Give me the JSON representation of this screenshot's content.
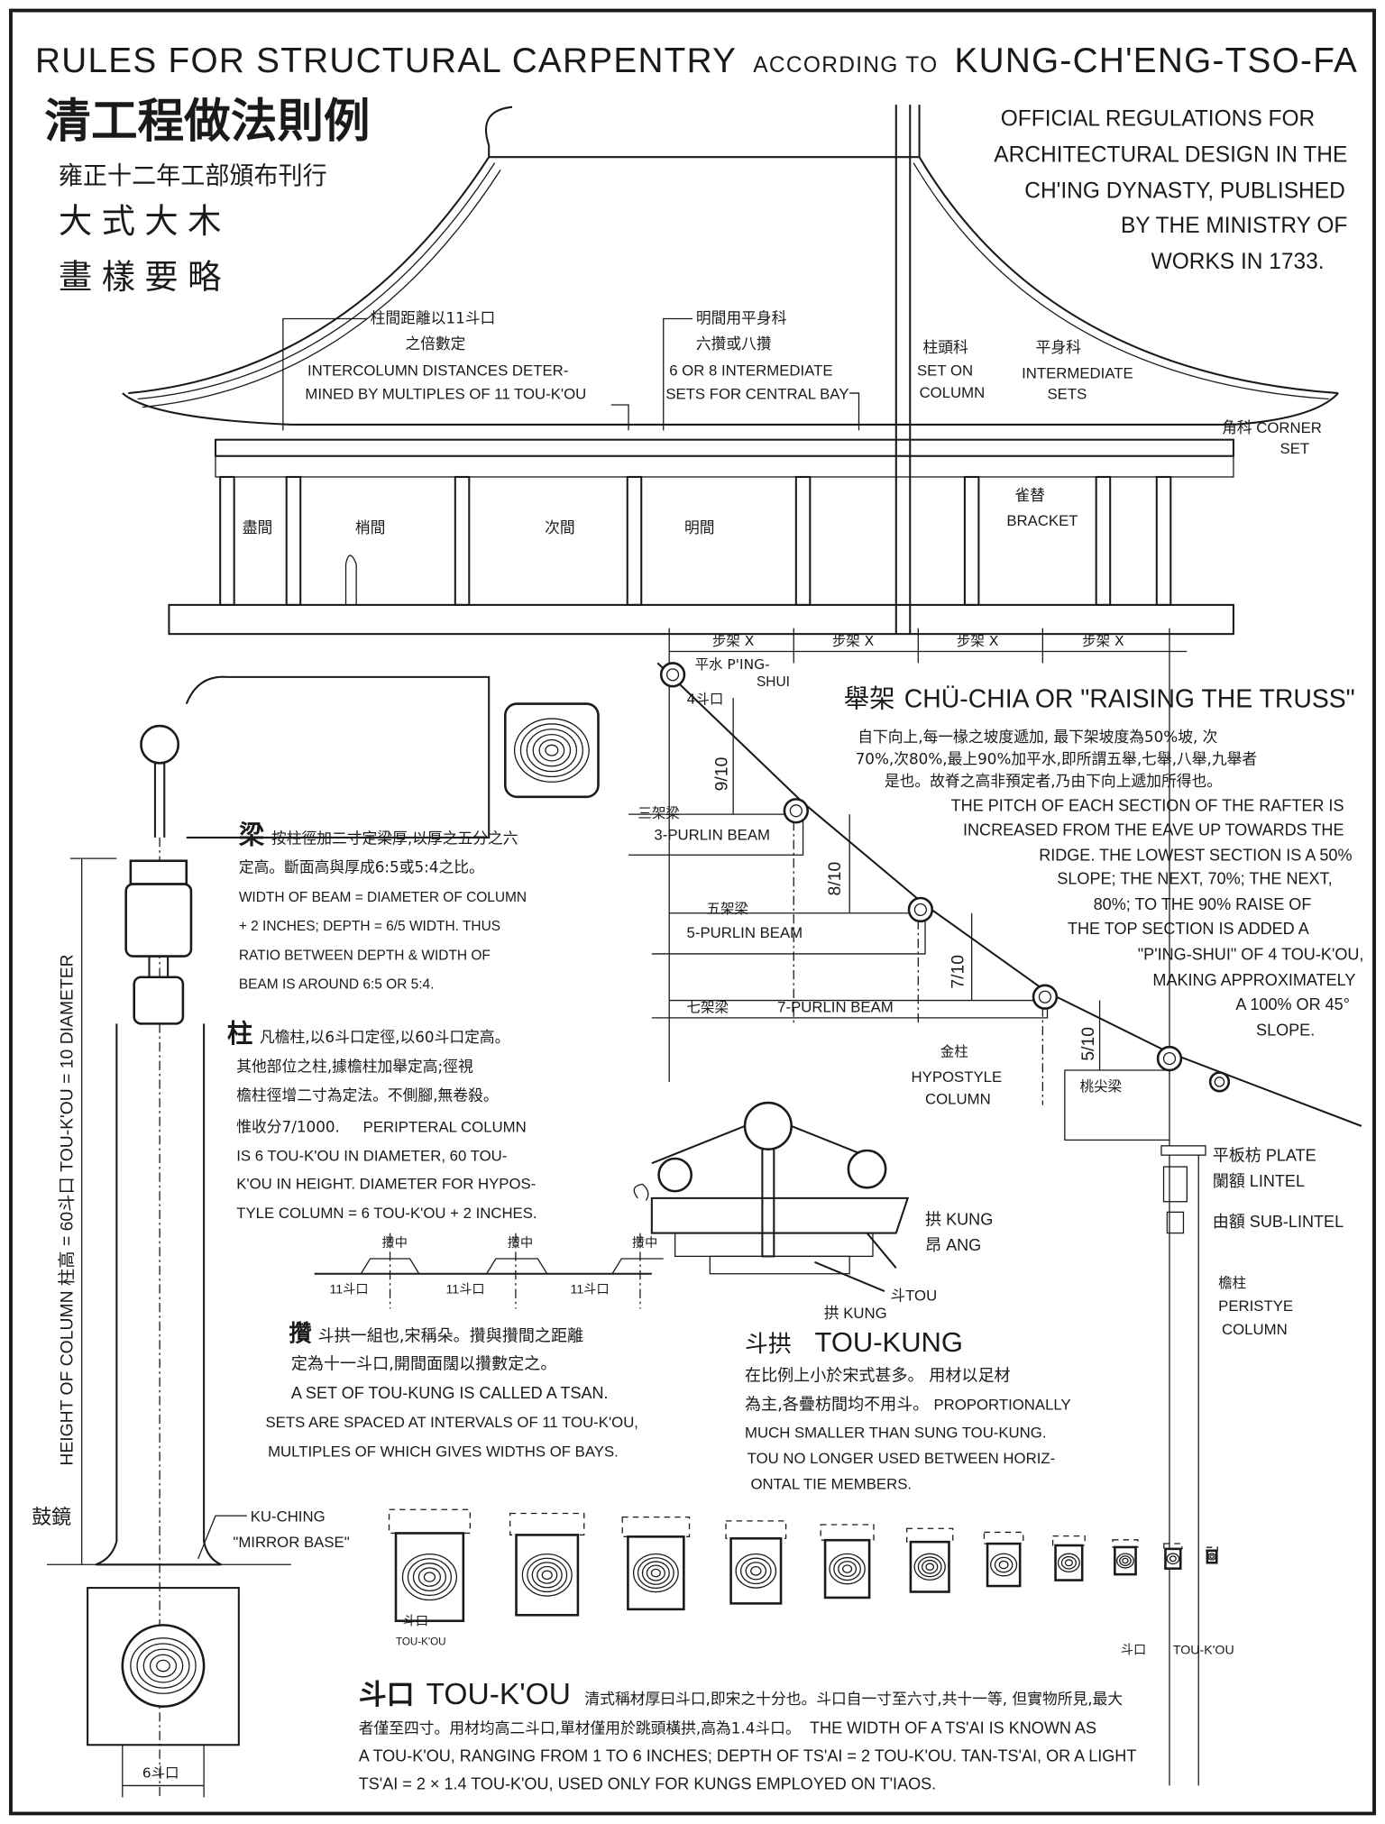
{
  "title": {
    "main_a": "RULES FOR STRUCTURAL CARPENTRY",
    "main_b": "ACCORDING TO",
    "main_c": "KUNG-CH'ENG-TSO-FA",
    "cn_title": "清工程做法則例",
    "cn_sub": "雍正十二年工部頒布刊行",
    "cn_line3": "大式大木",
    "cn_line4": "畫樣要略",
    "en_desc": [
      "OFFICIAL REGULATIONS FOR",
      "ARCHITECTURAL DESIGN IN THE",
      "CH'ING DYNASTY, PUBLISHED",
      "BY THE MINISTRY OF",
      "WORKS IN 1733."
    ]
  },
  "elevation": {
    "intercolumn_cn": [
      "柱間距離以11斗口",
      "之倍數定"
    ],
    "intercolumn_en": [
      "INTERCOLUMN DISTANCES DETER-",
      "MINED BY MULTIPLES OF 11 TOU-K'OU"
    ],
    "central_cn": [
      "明間用平身科",
      "六攢或八攢"
    ],
    "central_en": [
      "6 OR 8 INTERMEDIATE",
      "SETS FOR CENTRAL BAY"
    ],
    "set_on_column": [
      "柱頭科",
      "SET ON",
      "COLUMN"
    ],
    "intermediate_sets": [
      "平身科",
      "INTERMEDIATE",
      "SETS"
    ],
    "corner_set": [
      "角科 CORNER",
      "SET"
    ],
    "bracket": [
      "雀替",
      "BRACKET"
    ],
    "bays": [
      "盡間",
      "梢間",
      "次間",
      "明間"
    ]
  },
  "truss": {
    "steps": [
      "步架 X",
      "步架 X",
      "步架 X",
      "步架 X"
    ],
    "ping_shui": [
      "平水 P'ING-",
      "SHUI"
    ],
    "four_toukou": "4斗口",
    "ratios": [
      "9/10",
      "8/10",
      "7/10",
      "5/10"
    ],
    "beam3": [
      "三架梁",
      "3-PURLIN BEAM"
    ],
    "beam5": [
      "五架梁",
      "5-PURLIN BEAM"
    ],
    "beam7": [
      "七架梁",
      "7-PURLIN BEAM"
    ],
    "heading_cn": "舉架",
    "heading_en": "CHÜ-CHIA OR \"RAISING THE TRUSS\"",
    "text_cn": [
      "自下向上,每一椽之坡度遞加, 最下架坡度為50%坡, 次",
      "70%,次80%,最上90%加平水,即所謂五舉,七舉,八舉,九舉者",
      "是也。故脊之高非預定者,乃由下向上遞加所得也。"
    ],
    "text_en": [
      "THE PITCH OF EACH SECTION OF THE RAFTER IS",
      "INCREASED FROM THE EAVE UP TOWARDS THE",
      "RIDGE. THE LOWEST SECTION IS A 50%",
      "SLOPE; THE NEXT, 70%; THE NEXT,",
      "80%; TO THE 90% RAISE OF",
      "THE TOP SECTION IS ADDED A",
      "\"P'ING-SHUI\" OF 4 TOU-K'OU,",
      "MAKING APPROXIMATELY",
      "A 100% OR 45°",
      "SLOPE."
    ],
    "hypostyle": [
      "金柱",
      "HYPOSTYLE",
      "COLUMN"
    ],
    "taojian": "桃尖梁",
    "plate": "平板枋 PLATE",
    "lintel": "闌額 LINTEL",
    "sub_lintel": "由額 SUB-LINTEL",
    "peristyle": [
      "檐柱",
      "PERISTYE",
      "COLUMN"
    ]
  },
  "beam": {
    "cn": [
      "梁",
      "按柱徑加二寸定梁厚,以厚之五分之六",
      "定高。斷面高與厚成6:5或5:4之比。"
    ],
    "en": [
      "WIDTH OF BEAM = DIAMETER OF COLUMN",
      "+ 2 INCHES; DEPTH = 6/5 WIDTH. THUS",
      "RATIO BETWEEN DEPTH & WIDTH OF",
      "BEAM IS AROUND 6:5 OR 5:4."
    ]
  },
  "column": {
    "cn": [
      "柱",
      "凡檐柱,以6斗口定徑,以60斗口定高。",
      "其他部位之柱,據檐柱加舉定高;徑視",
      "檐柱徑增二寸為定法。不側腳,無卷殺。"
    ],
    "mixed": "惟收分7/1000.",
    "en": [
      "PERIPTERAL COLUMN",
      "IS 6 TOU-K'OU IN DIAMETER, 60 TOU-",
      "K'OU IN HEIGHT. DIAMETER FOR HYPOS-",
      "TYLE COLUMN = 6 TOU-K'OU + 2 INCHES."
    ],
    "height_label": "HEIGHT OF COLUMN 柱高 = 60斗口 TOU-K'OU = 10 DIAMETER",
    "gujing": "鼓鏡",
    "ku_ching": [
      "KU-CHING",
      "\"MIRROR BASE\""
    ],
    "base_width": "6斗口"
  },
  "tsan": {
    "axis": "攢中",
    "spacing": "11斗口",
    "cn": [
      "攢",
      "斗拱一組也,宋稱朵。攢與攢間之距離",
      "定為十一斗口,開間面闊以攢數定之。"
    ],
    "en": [
      "A SET OF TOU-KUNG IS CALLED A TSAN.",
      "SETS ARE SPACED AT INTERVALS OF 11 TOU-K'OU,",
      "MULTIPLES OF WHICH GIVES WIDTHS OF BAYS."
    ]
  },
  "toukung": {
    "kung": "拱 KUNG",
    "ang": "昂 ANG",
    "tou": "斗TOU",
    "kung2": "拱 KUNG",
    "heading_cn": "斗拱",
    "heading_en": "TOU-KUNG",
    "cn": [
      "在比例上小於宋式甚多。 用材以足材",
      "為主,各疊枋間均不用斗。"
    ],
    "en": [
      "PROPORTIONALLY",
      "MUCH SMALLER THAN SUNG TOU-KUNG.",
      "TOU NO LONGER USED BETWEEN HORIZ-",
      "ONTAL TIE MEMBERS."
    ]
  },
  "toukou": {
    "label_cn": "斗口",
    "label_en": "TOU-K'OU",
    "heading_cn": "斗口",
    "heading_en": "TOU-K'OU",
    "line1": "清式稱材厚曰斗口,即宋之十分也。斗口自一寸至六寸,共十一等, 但實物所見,最大",
    "line2_cn": "者僅至四寸。用材均高二斗口,單材僅用於跳頭橫拱,高為1.4斗口。",
    "line2_en": "THE WIDTH OF A TS'AI IS KNOWN AS",
    "line3": "A TOU-K'OU, RANGING FROM 1 TO 6 INCHES; DEPTH OF TS'AI = 2 TOU-K'OU. TAN-TS'AI, OR A LIGHT",
    "line4": "TS'AI = 2 × 1.4 TOU-K'OU, USED ONLY FOR KUNGS EMPLOYED ON T'IAOS."
  }
}
